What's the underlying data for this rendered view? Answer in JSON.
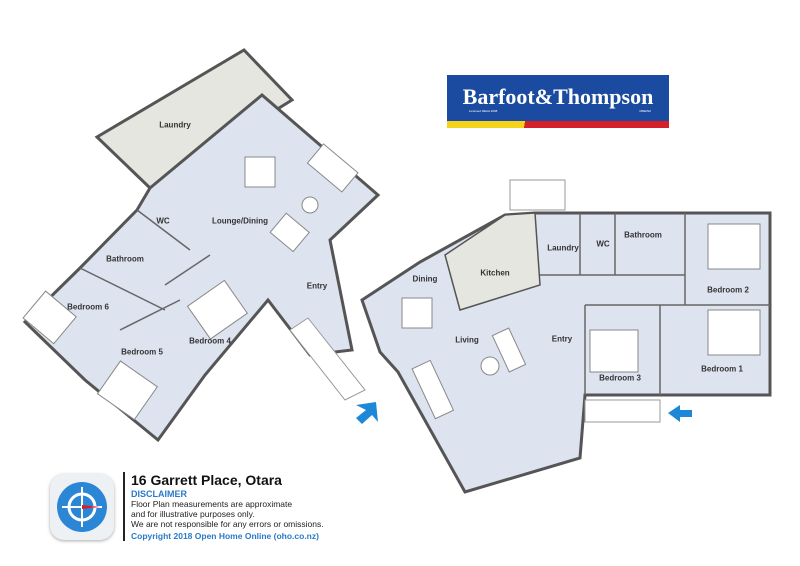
{
  "logo": {
    "name": "Barfoot&Thompson",
    "licence": "Licensed REAA 2008",
    "member": "MREINZ",
    "colors": {
      "blue": "#1b4ba0",
      "yellow": "#f5d21b",
      "red": "#d4202a"
    }
  },
  "rooms_left": [
    "Laundry",
    "WC",
    "Lounge/Dining",
    "Bathroom",
    "Bedroom 6",
    "Bedroom 5",
    "Bedroom 4",
    "Entry"
  ],
  "rooms_right": [
    "Dining",
    "Kitchen",
    "Laundry",
    "WC",
    "Bathroom",
    "Bedroom 2",
    "Living",
    "Entry",
    "Bedroom 3",
    "Bedroom 1"
  ],
  "info": {
    "address": "16 Garrett Place, Otara",
    "disclaimer_heading": "DISCLAIMER",
    "disclaimer_lines": [
      "Floor Plan measurements are approximate",
      "and for illustrative purposes only.",
      "We are not responsible for any errors or omissions."
    ],
    "copyright": "Copyright  2018  Open Home Online (oho.co.nz)"
  },
  "icons": {
    "app": "compass-icon",
    "entry": "arrow-icon"
  },
  "colors": {
    "floor": "#dde3ef",
    "laundry_floor": "#e4e6df",
    "wall": "#555555",
    "arrow": "#1e88d8"
  }
}
